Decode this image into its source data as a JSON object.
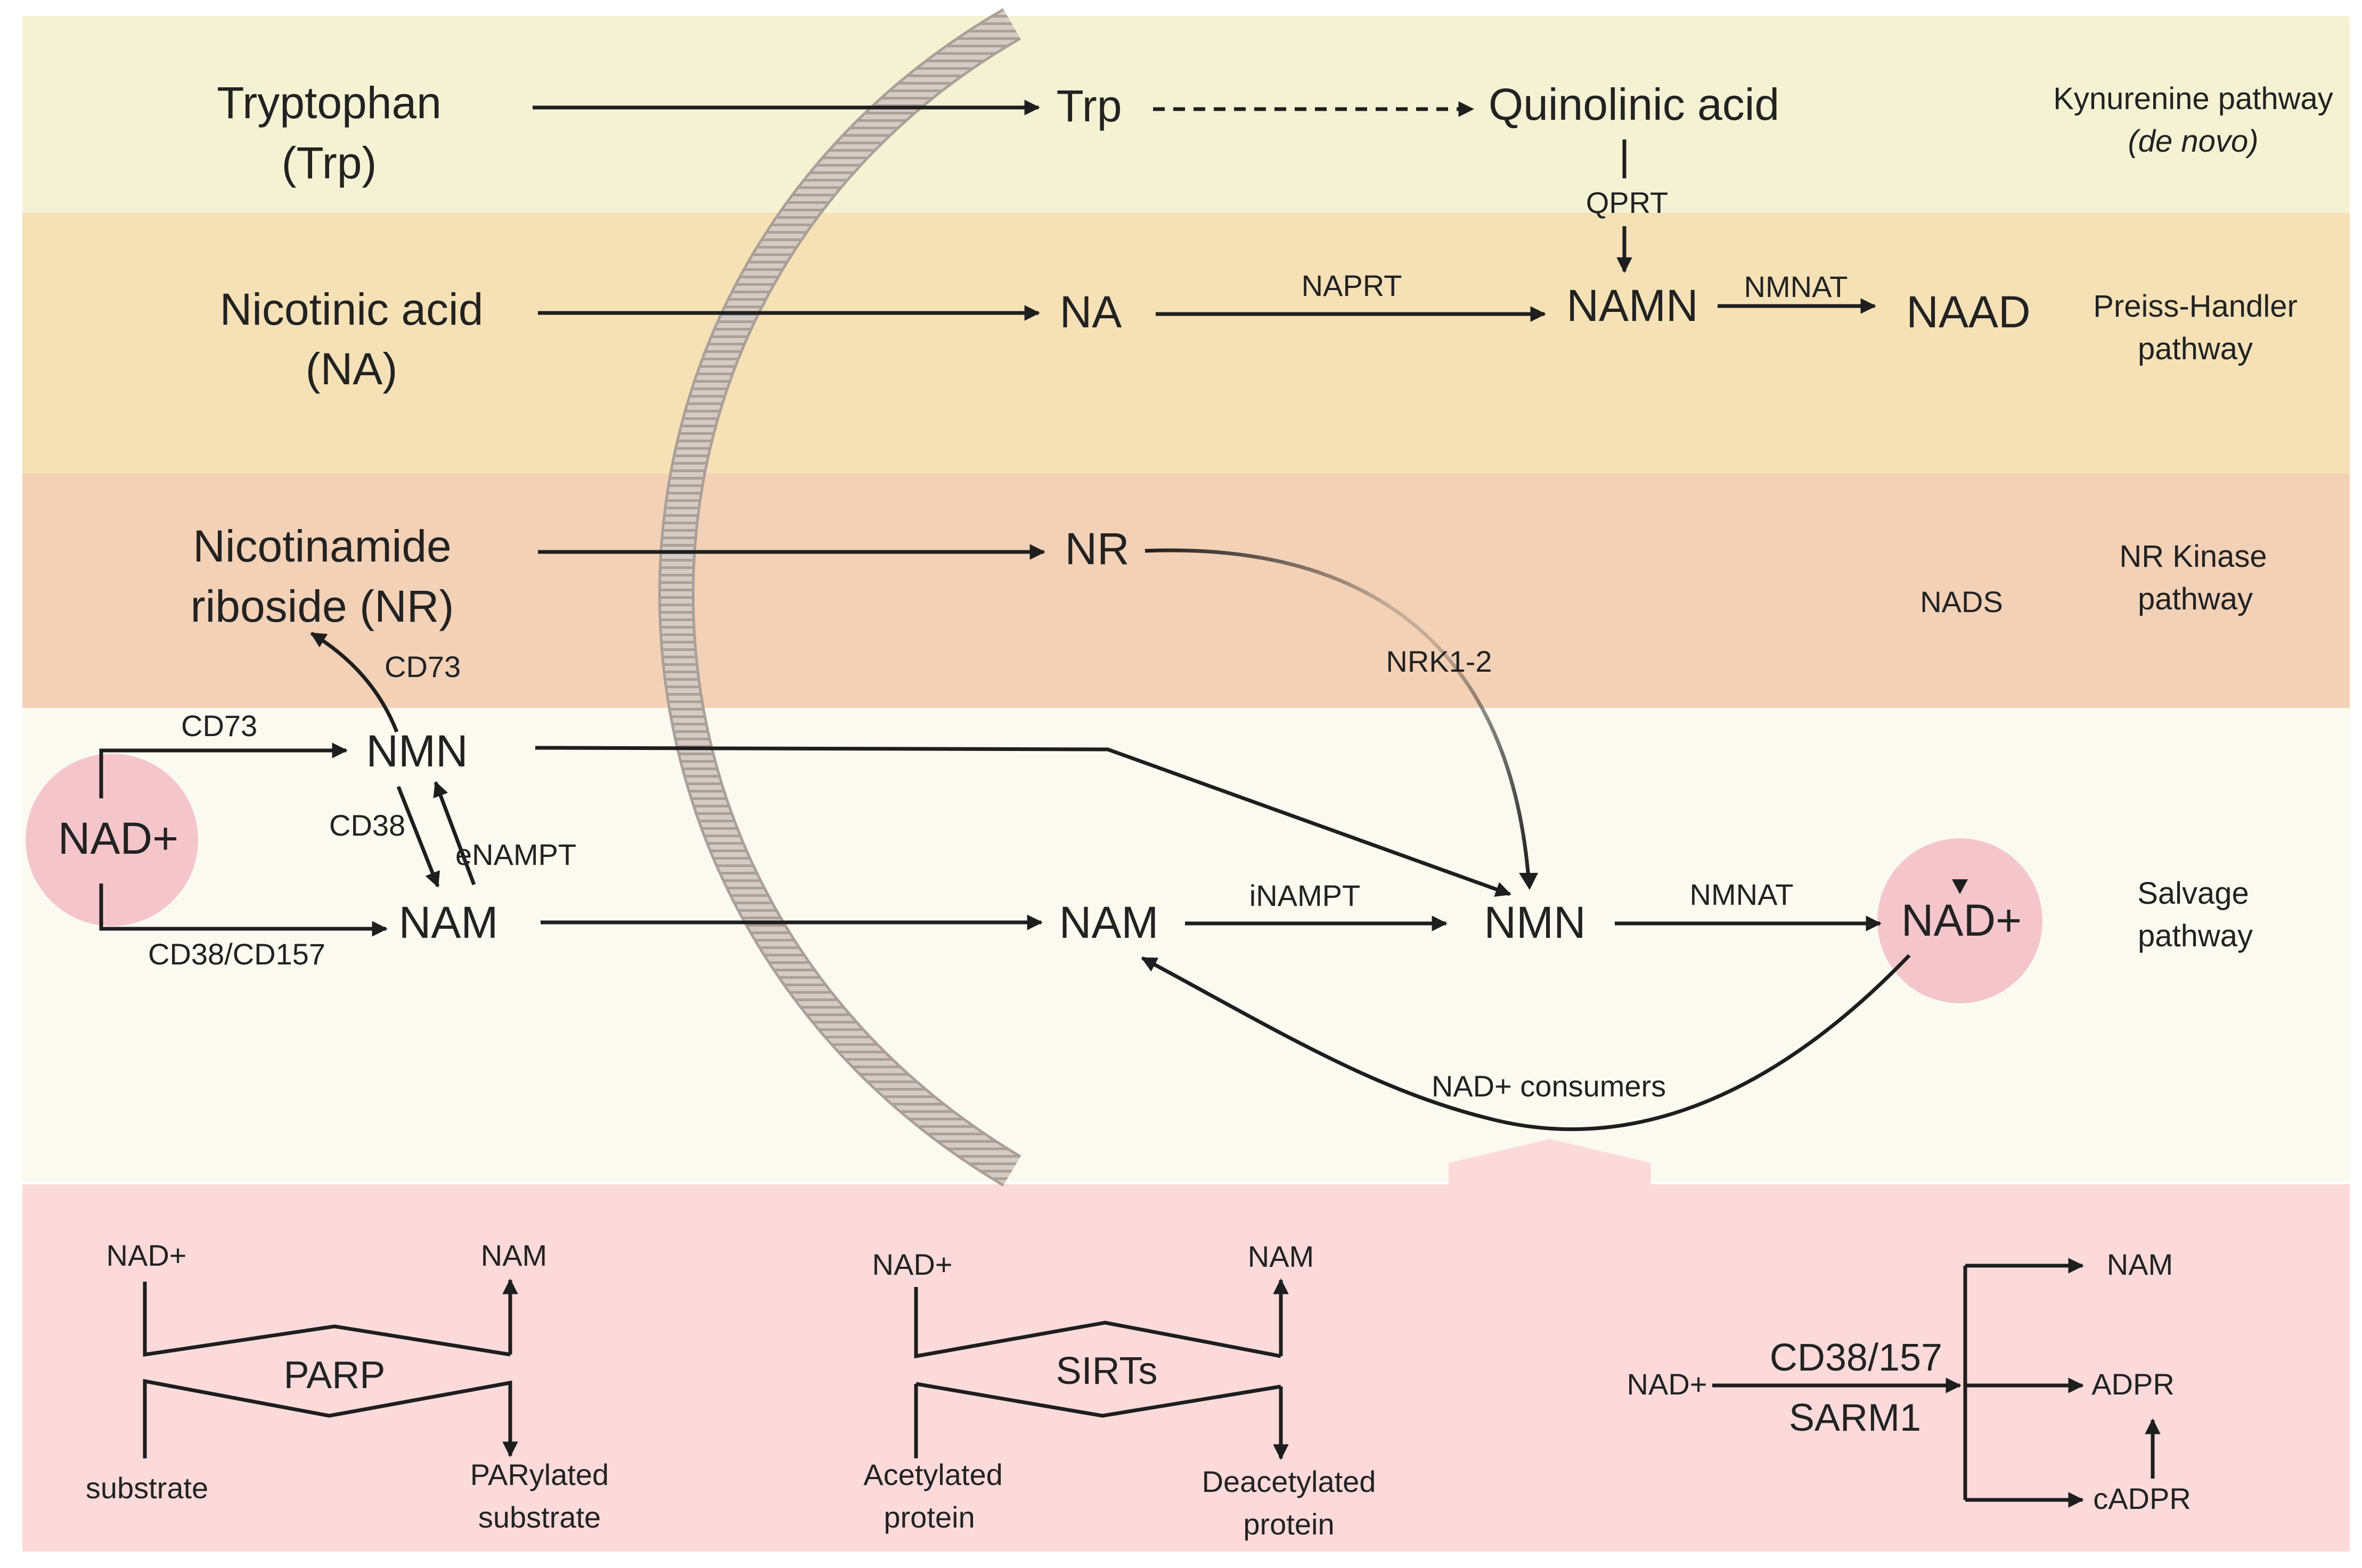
{
  "colors": {
    "kynurenine_band": "#f5f2d4",
    "preiss_band": "#f5e1b5",
    "nr_band": "#f3d1b6",
    "salvage_band": "#fafaf1",
    "consumers_band": "#fcdada",
    "nad_circle": "#f4c6cc",
    "membrane": "#c8bfb8",
    "text": "#222222"
  },
  "pathways": {
    "kynurenine": "Kynurenine pathway",
    "kynurenine_sub": "(de novo)",
    "preiss_1": "Preiss-Handler",
    "preiss_2": "pathway",
    "nrk_1": "NR Kinase",
    "nrk_2": "pathway",
    "salvage_1": "Salvage",
    "salvage_2": "pathway"
  },
  "outside": {
    "trp_1": "Tryptophan",
    "trp_2": "(Trp)",
    "na_1": "Nicotinic acid",
    "na_2": "(NA)",
    "nr_1": "Nicotinamide",
    "nr_2": "riboside (NR)",
    "nad": "NAD+",
    "nmn": "NMN",
    "nam": "NAM",
    "cd73_nr": "CD73",
    "cd73_nmn": "CD73",
    "cd38": "CD38",
    "enampt": "eNAMPT",
    "cd38_cd157": "CD38/CD157"
  },
  "inside": {
    "trp": "Trp",
    "quinolinic": "Quinolinic acid",
    "qprt": "QPRT",
    "na": "NA",
    "naprt": "NAPRT",
    "namn": "NAMN",
    "nmnat_top": "NMNAT",
    "naad": "NAAD",
    "nr": "NR",
    "nads": "NADS",
    "nrk": "NRK1-2",
    "nam": "NAM",
    "inampt": "iNAMPT",
    "nmn": "NMN",
    "nmnat": "NMNAT",
    "nad": "NAD+",
    "consumers": "NAD+ consumers"
  },
  "consumers": {
    "parp": {
      "name": "PARP",
      "in_top": "NAD+",
      "out_top": "NAM",
      "in_bottom": "substrate",
      "out_bottom_1": "PARylated",
      "out_bottom_2": "substrate"
    },
    "sirts": {
      "name": "SIRTs",
      "in_top": "NAD+",
      "out_top": "NAM",
      "in_bottom_1": "Acetylated",
      "in_bottom_2": "protein",
      "out_bottom_1": "Deacetylated",
      "out_bottom_2": "protein"
    },
    "cd38": {
      "input": "NAD+",
      "enzyme_1": "CD38/157",
      "enzyme_2": "SARM1",
      "out_1": "NAM",
      "out_2": "ADPR",
      "out_3": "cADPR"
    }
  }
}
